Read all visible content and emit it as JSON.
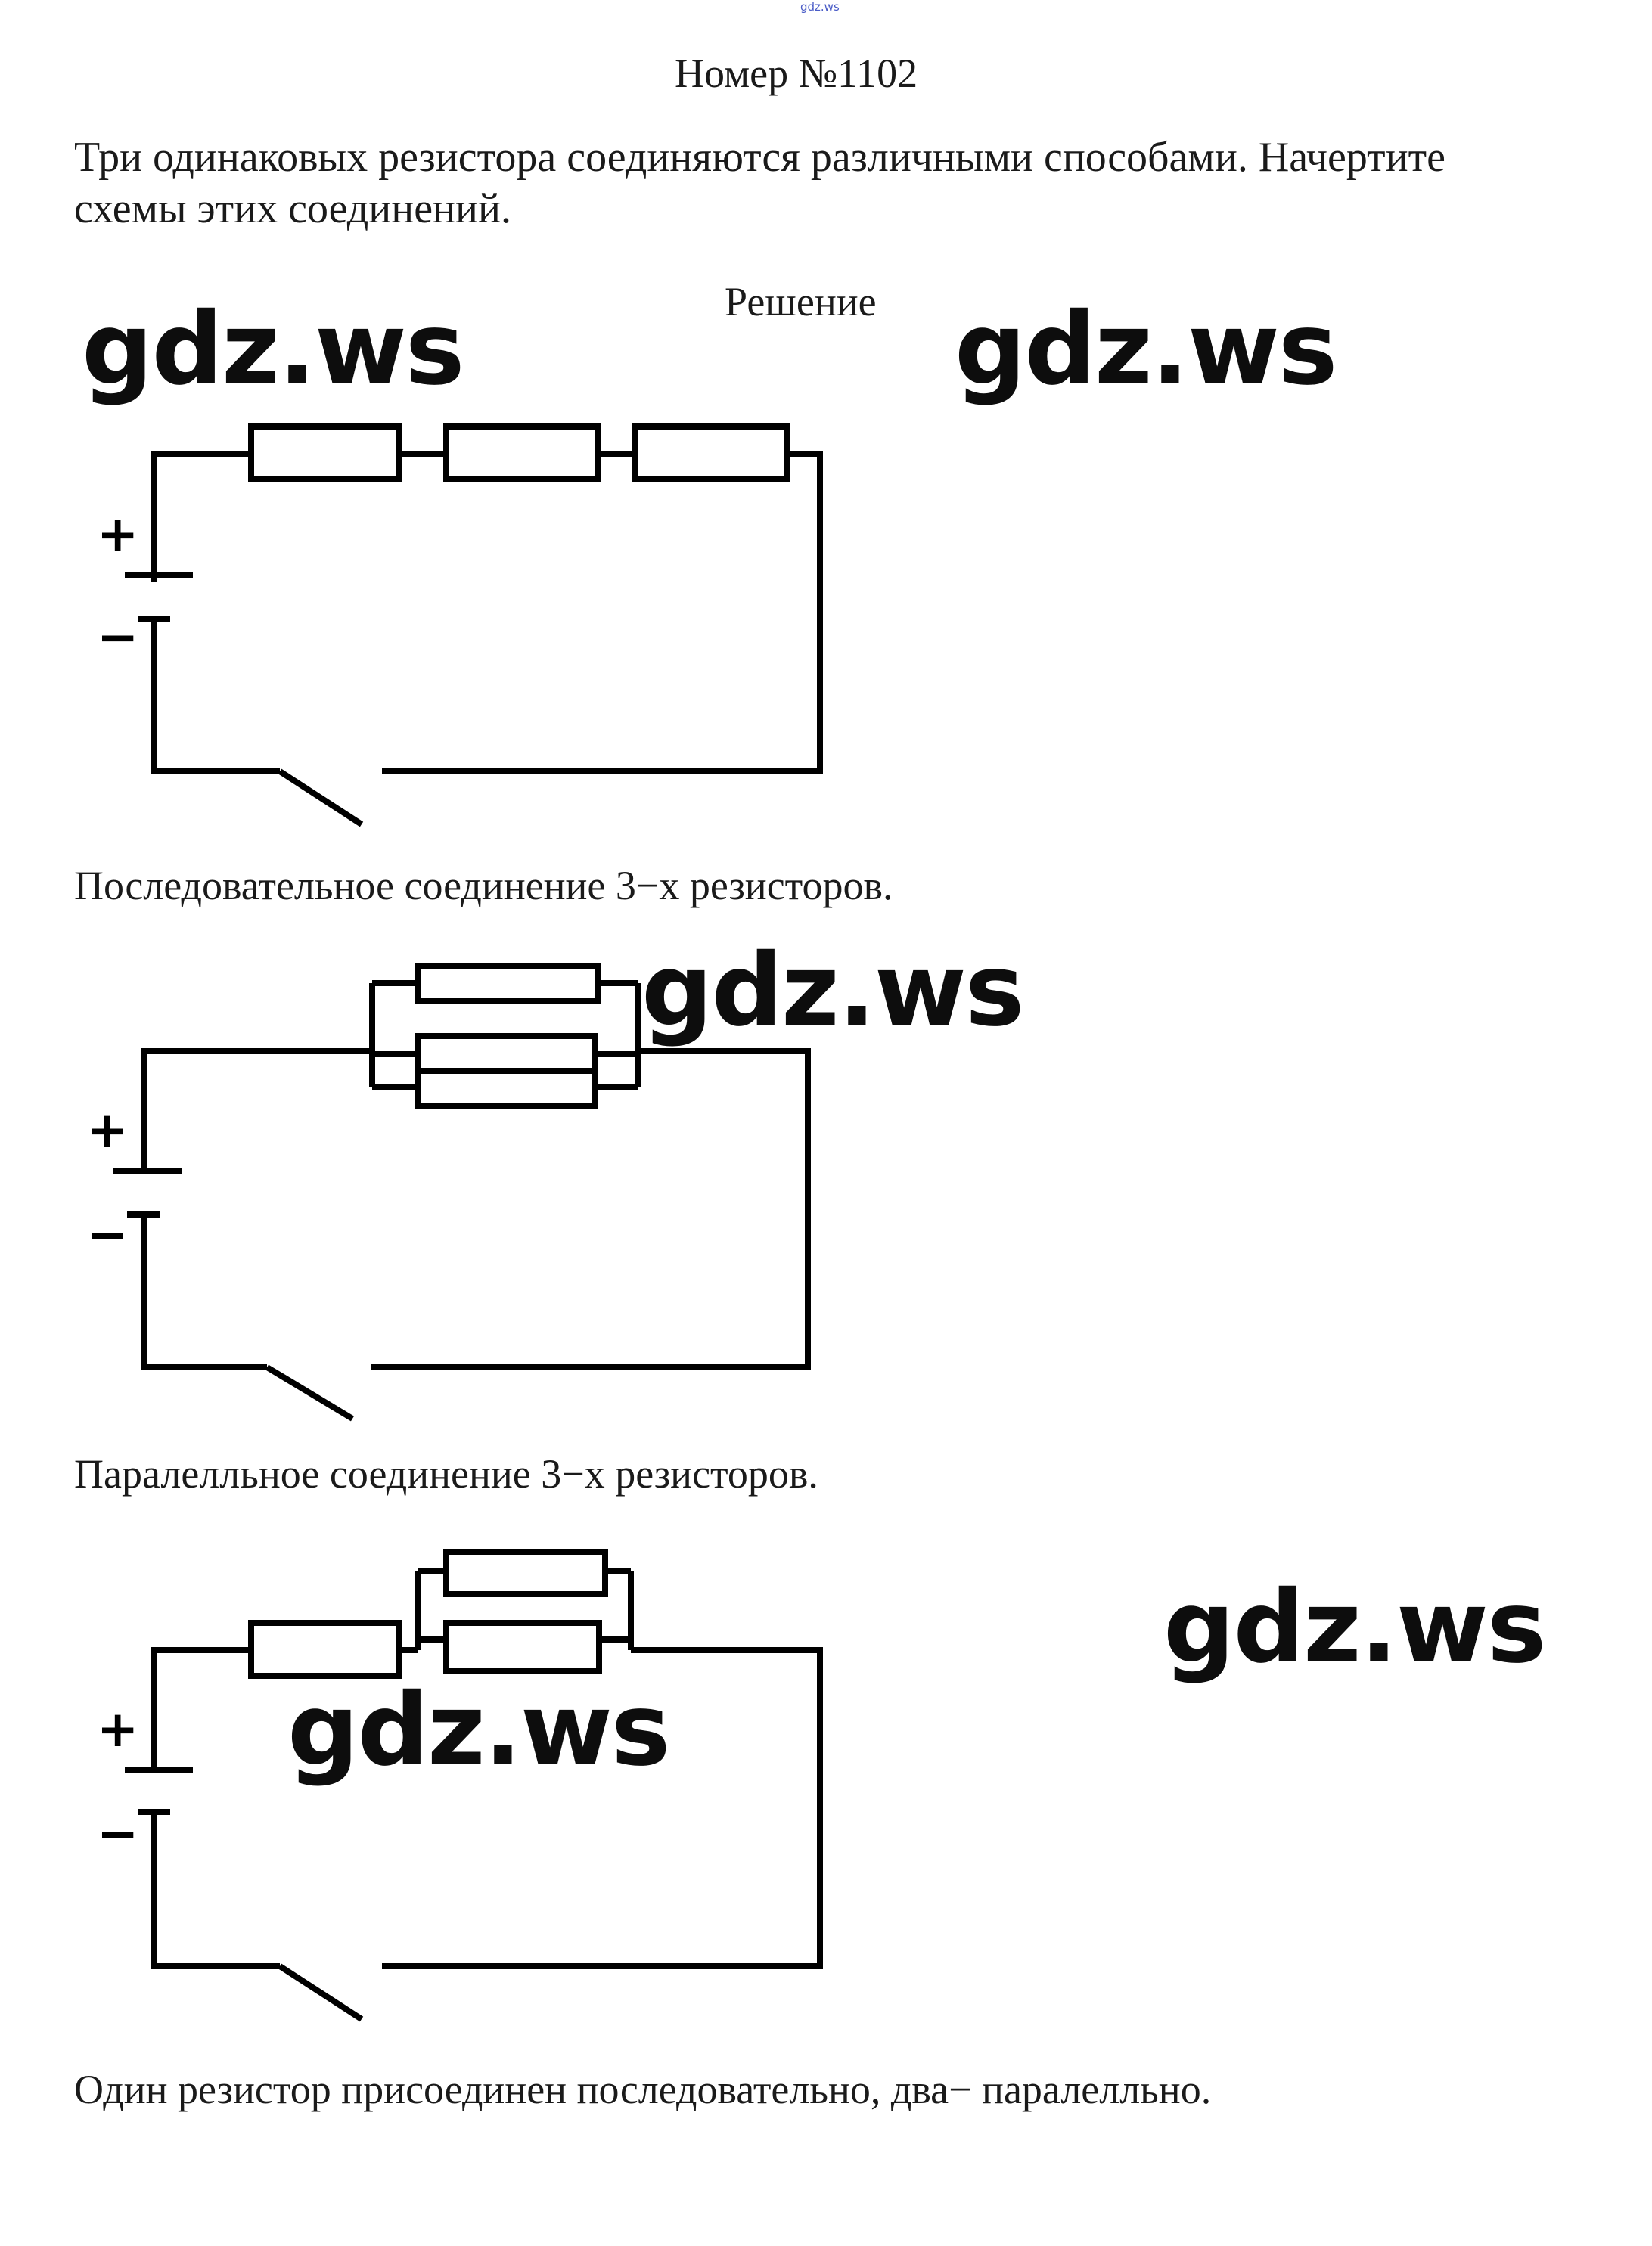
{
  "top_watermark": "gdz.ws",
  "title": "Номер №1102",
  "problem_text_line1": "Три одинаковых резистора соединяются различными способами. Начертите",
  "problem_text_line2": "схемы этих соединений.",
  "solution_label": "Решение",
  "watermark": "gdz.ws",
  "polarity": {
    "plus": "+",
    "minus": "−"
  },
  "captions": {
    "series": "Последовательное соединение 3−х резисторов.",
    "parallel": "Паралелльное соединение 3−х резисторов.",
    "mixed": "Один резистор присоединен последовательно, два− паралелльно."
  }
}
